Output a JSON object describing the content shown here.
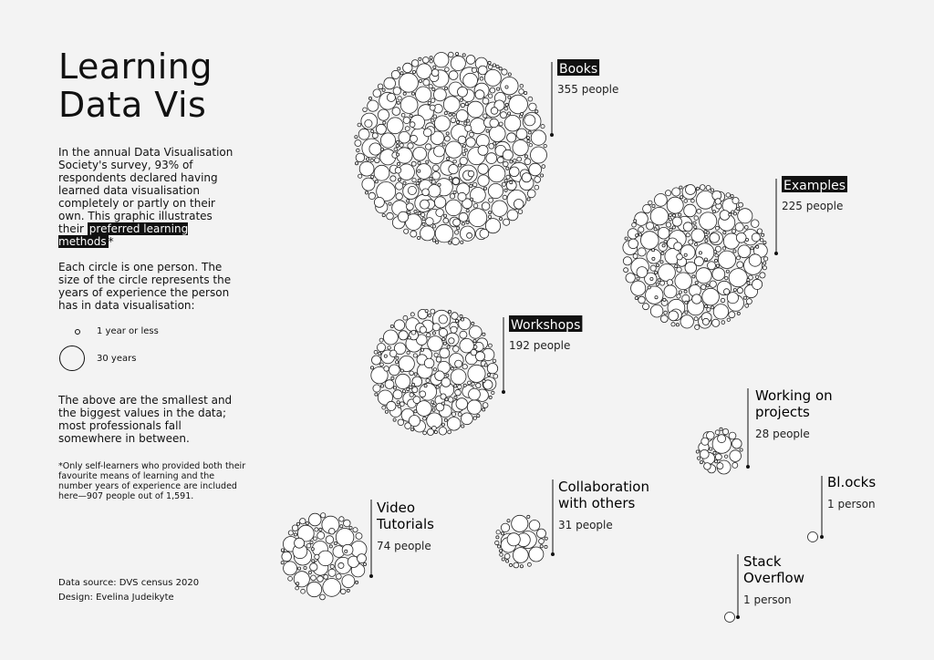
{
  "title": {
    "line1": "Learning",
    "line2": "Data Vis"
  },
  "intro": {
    "before": "In the annual Data Visualisation Society's survey, 93% of respondents declared having learned data visualisation completely or partly on their own. This graphic illustrates their ",
    "highlight": "preferred learning methods",
    "after": "*"
  },
  "explanation": "Each circle is one person. The size of the circle represents the years of experience the person has in data visualisation:",
  "size_legend": {
    "small_label": "1 year or less",
    "large_label": "30 years"
  },
  "range_note": "The above are the smallest and the biggest values in the data; most professionals fall somewhere in between.",
  "footnote": "*Only self-learners who provided both their favourite means of learning and the number years of experience are included here—907 people out of 1,591.",
  "credits": {
    "source": "Data source: DVS census 2020",
    "design": "Design: Evelina Judeikyte"
  },
  "chart_data": {
    "type": "packed-bubble",
    "unit": "people",
    "circle_meaning": "one person; size = years of experience",
    "experience_range_years": [
      1,
      30
    ],
    "groups": [
      {
        "name": "Books",
        "count": 355,
        "count_label": "355 people",
        "highlighted": true
      },
      {
        "name": "Examples",
        "count": 225,
        "count_label": "225 people",
        "highlighted": true
      },
      {
        "name": "Workshops",
        "count": 192,
        "count_label": "192 people",
        "highlighted": true
      },
      {
        "name": "Video Tutorials",
        "count": 74,
        "count_label": "74 people",
        "highlighted": false
      },
      {
        "name": "Collaboration with others",
        "count": 31,
        "count_label": "31 people",
        "highlighted": false
      },
      {
        "name": "Working on projects",
        "count": 28,
        "count_label": "28 people",
        "highlighted": false
      },
      {
        "name": "Bl.ocks",
        "count": 1,
        "count_label": "1 person",
        "highlighted": false
      },
      {
        "name": "Stack Overflow",
        "count": 1,
        "count_label": "1 person",
        "highlighted": false
      }
    ]
  }
}
